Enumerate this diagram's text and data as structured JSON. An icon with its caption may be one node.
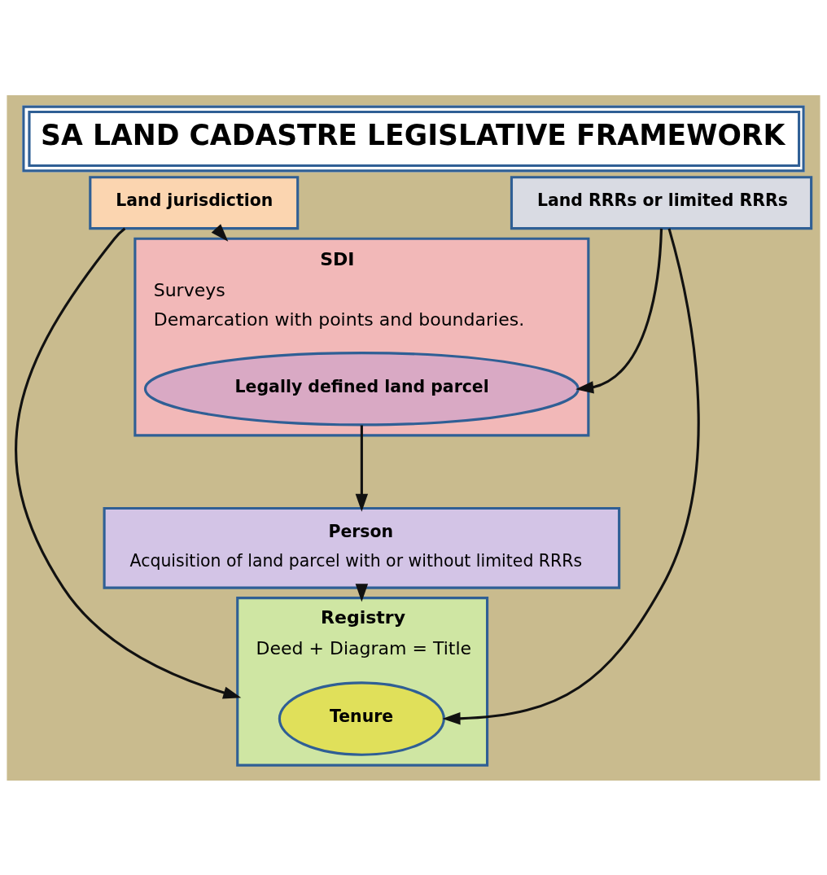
{
  "diagram": {
    "title": "SA LAND CADASTRE LEGISLATIVE FRAMEWORK",
    "nodes": [
      {
        "text": [
          "SDI",
          "Surveys",
          "Demarcation with points and boundaries."
        ]
      },
      {
        "text": [
          "Legally defined land parcel"
        ],
        "in": 0
      },
      {
        "text": [
          "Land jurisdiction"
        ]
      },
      {
        "text": [
          "Land RRRs or limited RRRs"
        ]
      },
      {
        "text": [
          "Registry",
          "Deed + Diagram = Title"
        ]
      },
      {
        "text": [
          "Tenure"
        ],
        "in": 4
      },
      {
        "text": [
          "Person",
          "Acquisition of land parcel with or without limited RRRs"
        ]
      }
    ],
    "edges": [
      {
        "from": 2,
        "to": 0,
        "arrow": "to"
      },
      {
        "from": 3,
        "to": 1,
        "arrow": "to"
      },
      {
        "from": 2,
        "to": 4,
        "arrow": "to"
      },
      {
        "from": 3,
        "to": 5,
        "arrow": "to"
      },
      {
        "from": 1,
        "to": 6,
        "arrow": "to"
      },
      {
        "from": 6,
        "to": 4,
        "arrow": "to"
      }
    ]
  }
}
